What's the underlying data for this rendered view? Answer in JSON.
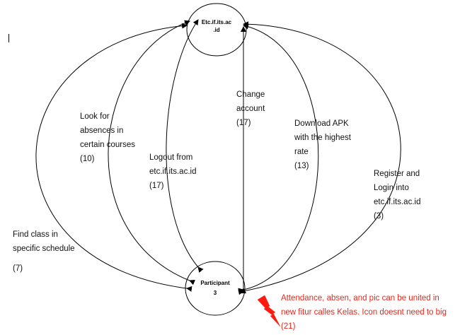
{
  "nodes": {
    "top": {
      "line1": "Etc.if.its.ac",
      "line2": ".id"
    },
    "bottom": {
      "line1": "Participant",
      "line2": "3"
    }
  },
  "edges": [
    {
      "id": "find-class",
      "lines": [
        "Find class in",
        "specific schedule",
        ""
      ],
      "count": "(7)"
    },
    {
      "id": "absences",
      "lines": [
        "Look for",
        "absences in",
        "certain courses"
      ],
      "count": "(10)"
    },
    {
      "id": "logout",
      "lines": [
        "Logout from",
        "etc.if.its.ac.id"
      ],
      "count": "(17)"
    },
    {
      "id": "change-account",
      "lines": [
        "Change",
        "account"
      ],
      "count": "(17)"
    },
    {
      "id": "download-apk",
      "lines": [
        "Download APK",
        "with the highest",
        "rate"
      ],
      "count": "(13)"
    },
    {
      "id": "register",
      "lines": [
        "Register and",
        "Login into",
        "etc.if.its.ac.id"
      ],
      "count": "(3)"
    }
  ],
  "annotation": {
    "lines": [
      "Attendance, absen, and pic can be united in",
      "new fitur calles Kelas. Icon doesnt need to big"
    ],
    "count": "(21)",
    "color": "#e8261b"
  }
}
